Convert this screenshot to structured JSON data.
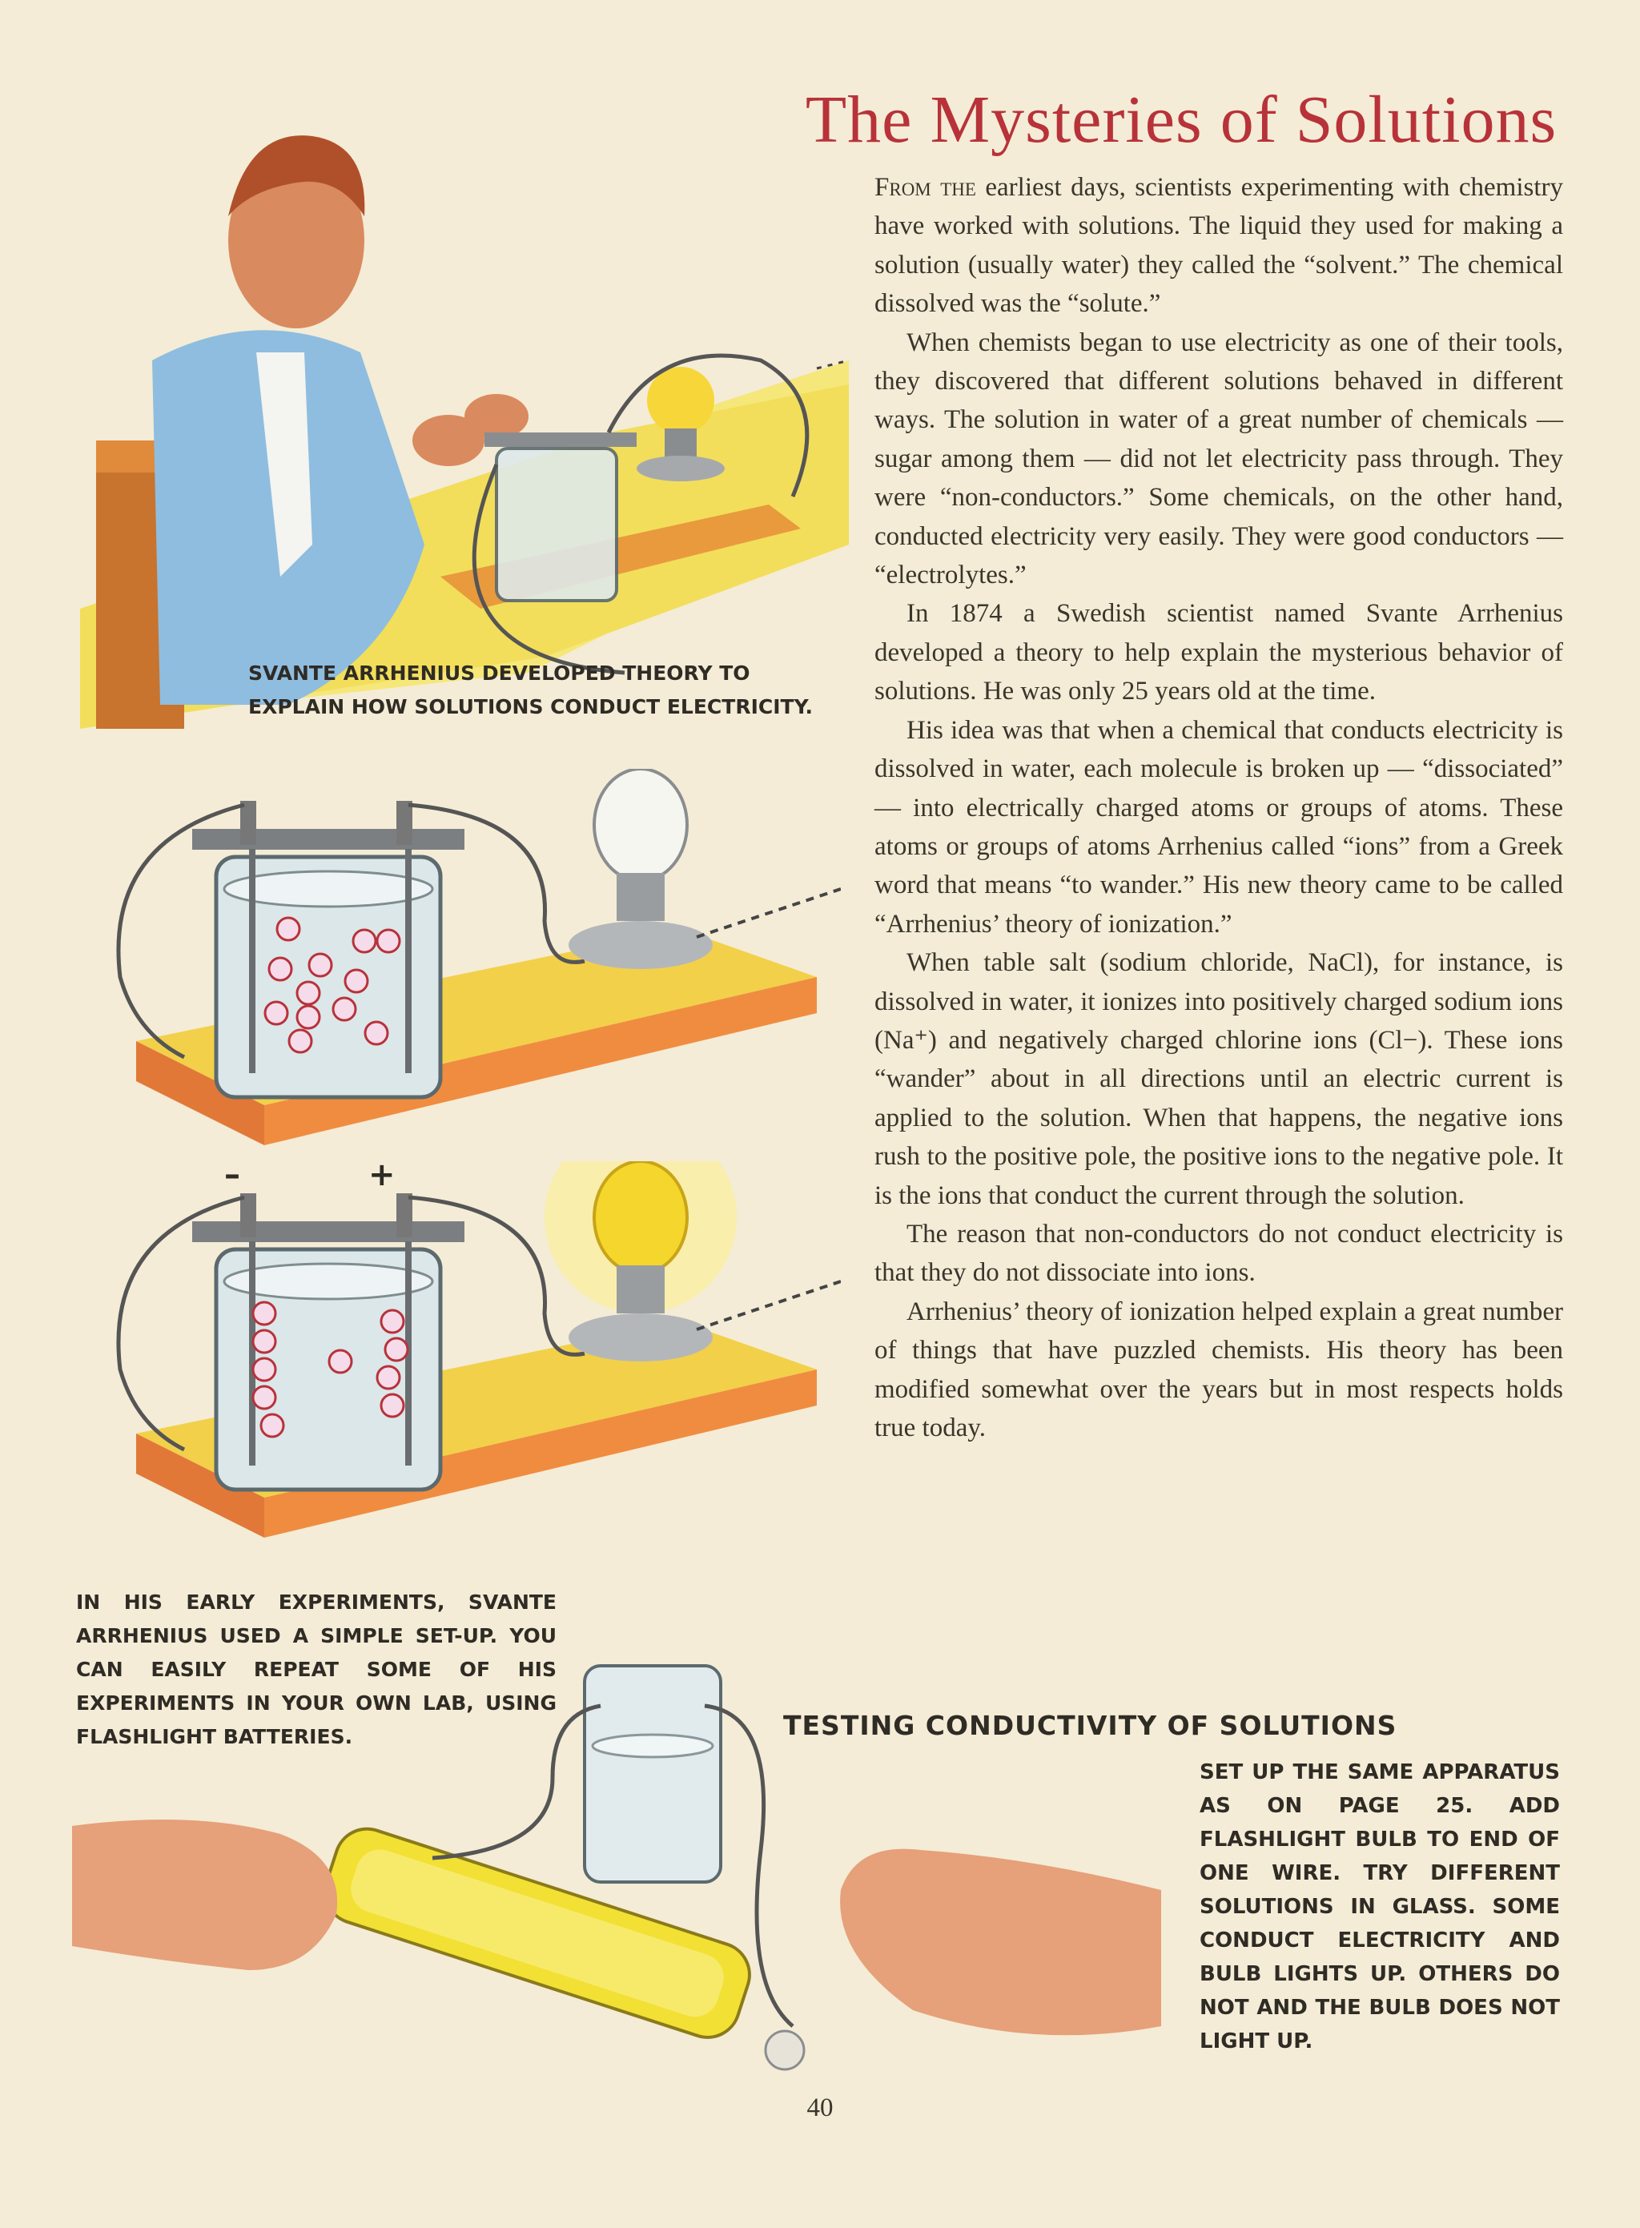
{
  "title": "The Mysteries of Solutions",
  "paragraphs": [
    {
      "lead": "From the",
      "text": " earliest days, scientists experimenting with chemistry have worked with solutions. The liquid they used for making a solution (usually water) they called the “solvent.” The chemical dissolved was the “solute.”"
    },
    {
      "text": "When chemists began to use electricity as one of their tools, they discovered that different solutions behaved in different ways. The solution in water of a great number of chemicals — sugar among them — did not let electricity pass through. They were “non-conductors.” Some chemicals, on the other hand, conducted electricity very easily. They were good conductors — “electrolytes.”"
    },
    {
      "text": "In 1874 a Swedish scientist named Svante Arrhenius developed a theory to help explain the mysterious behavior of solutions. He was only 25 years old at the time."
    },
    {
      "text": "His idea was that when a chemical that conducts electricity is dissolved in water, each molecule is broken up — “dissociated” — into electrically charged atoms or groups of atoms. These atoms or groups of atoms Arrhenius called “ions” from a Greek word that means “to wander.” His new theory came to be called “Arrhenius’ theory of ionization.”"
    },
    {
      "text": "When table salt (sodium chloride, NaCl), for instance, is dissolved in water, it ionizes into positively charged sodium ions (Na⁺) and negatively charged chlorine ions (Cl−). These ions “wander” about in all directions until an electric current is applied to the solution. When that happens, the negative ions rush to the positive pole, the positive ions to the negative pole. It is the ions that conduct the current through the solution."
    },
    {
      "text": "The reason that non-conductors do not conduct electricity is that they do not dissociate into ions."
    },
    {
      "text": "Arrhenius’ theory of ionization helped explain a great number of things that have puzzled chemists. His theory has been modified somewhat over the years but in most respects holds true today."
    }
  ],
  "captions": {
    "arrhenius": "Svante Arrhenius developed theory to explain how solutions conduct electricity.",
    "early_experiments": "In his early experiments, Svante Arrhenius used a simple set-up. You can easily repeat some of his experiments in your own lab, using flashlight batteries.",
    "testing_heading": "Testing Conductivity of Solutions",
    "testing": "Set up the same apparatus as on page 25. Add flashlight bulb to end of one wire. Try different solutions in glass. Some conduct electricity and bulb lights up. Others do not and the bulb does not light up."
  },
  "apparatus_labels": {
    "minus": "–",
    "plus": "+"
  },
  "page_number": "40"
}
